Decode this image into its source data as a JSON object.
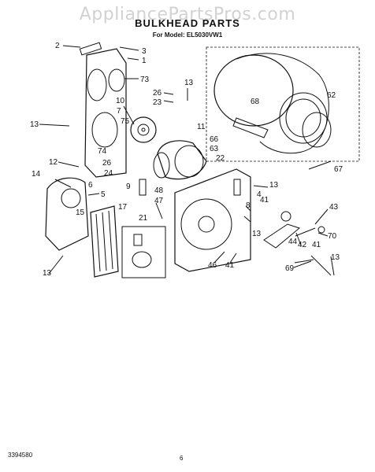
{
  "header": {
    "watermark": "AppliancePartsPros.com",
    "title": "BULKHEAD PARTS",
    "model": "For Model: EL5030VW1"
  },
  "footer": {
    "doc_number": "3394580",
    "page_number": "6"
  },
  "callouts": [
    "2",
    "3",
    "1",
    "73",
    "26",
    "23",
    "13",
    "10",
    "7",
    "75",
    "11",
    "68",
    "62",
    "66",
    "63",
    "13",
    "74",
    "26",
    "24",
    "12",
    "14",
    "6",
    "5",
    "9",
    "48",
    "22",
    "13",
    "4",
    "47",
    "8",
    "41",
    "43",
    "15",
    "17",
    "21",
    "13",
    "44",
    "42",
    "41",
    "70",
    "46",
    "41",
    "13",
    "69",
    "13",
    "67"
  ]
}
